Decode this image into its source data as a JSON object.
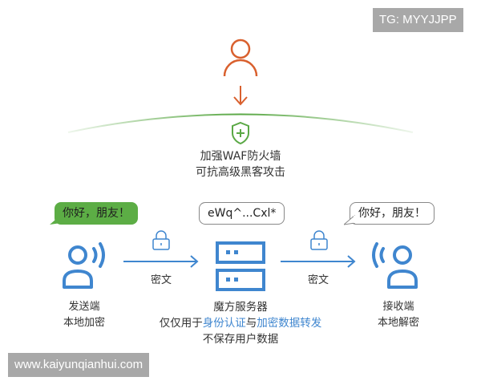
{
  "watermarks": {
    "top_right": "TG: MYYJJPP",
    "bottom_left": "www.kaiyunqianhui.com"
  },
  "colors": {
    "attacker_orange": "#d9602e",
    "firewall_green": "#5aa845",
    "node_blue": "#3f86cf",
    "text": "#333333"
  },
  "attacker": {
    "icon": "user-icon",
    "arrow": "arrow-down-icon"
  },
  "firewall": {
    "icon": "shield-plus-icon",
    "line1": "加强WAF防火墙",
    "line2": "可抗高级黑客攻击"
  },
  "sender": {
    "bubble": "你好，朋友！",
    "icon": "user-speaking-icon",
    "label1": "发送端",
    "label2": "本地加密"
  },
  "link_left": {
    "icon": "lock-icon",
    "label": "密文"
  },
  "server": {
    "bubble": "eWq^...Cxl*",
    "icon": "server-icon",
    "label1": "魔方服务器",
    "label2_prefix": "仅仅用于",
    "label2_hl1": "身份认证",
    "label2_mid": "与",
    "label2_hl2": "加密数据转发",
    "label3": "不保存用户数据"
  },
  "link_right": {
    "icon": "lock-icon",
    "label": "密文"
  },
  "receiver": {
    "bubble": "你好，朋友！",
    "icon": "user-listening-icon",
    "label1": "接收端",
    "label2": "本地解密"
  }
}
